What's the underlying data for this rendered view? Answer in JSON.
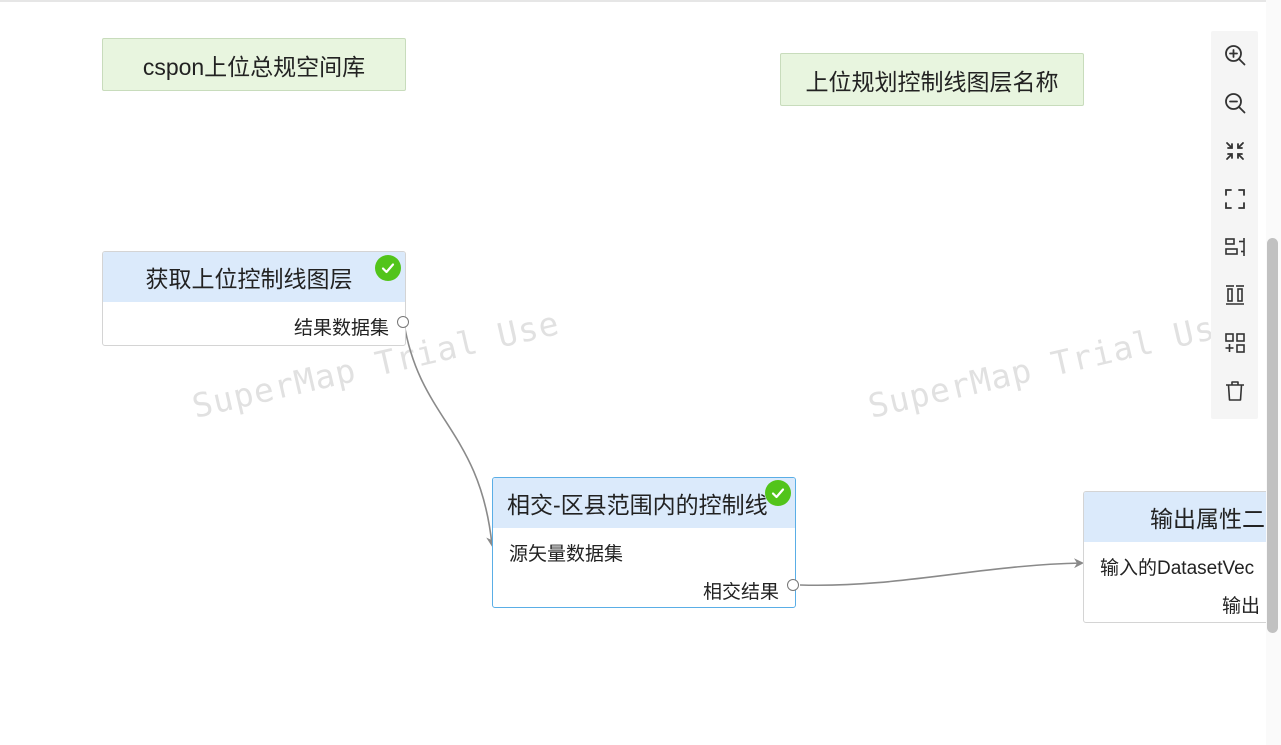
{
  "notes": [
    {
      "text": "cspon上位总规空间库"
    },
    {
      "text": "上位规划控制线图层名称"
    }
  ],
  "nodes": {
    "get_layer": {
      "title": "获取上位控制线图层",
      "output": "结果数据集",
      "status": "success"
    },
    "intersect": {
      "title": "相交-区县范围内的控制线",
      "input": "源矢量数据集",
      "output": "相交结果",
      "status": "success"
    },
    "export": {
      "title": "输出属性二",
      "input": "输入的DatasetVec",
      "output": "输出"
    }
  },
  "watermark": {
    "text": "SuperMap Trial Use"
  },
  "toolbar": {
    "items": [
      {
        "name": "zoom-in-icon"
      },
      {
        "name": "zoom-out-icon"
      },
      {
        "name": "fit-view-icon"
      },
      {
        "name": "fullscreen-icon"
      },
      {
        "name": "align-horizontal-icon"
      },
      {
        "name": "align-vertical-icon"
      },
      {
        "name": "add-group-icon"
      },
      {
        "name": "delete-icon"
      }
    ]
  },
  "colors": {
    "note_bg": "#e8f5df",
    "node_header": "#dbeafb",
    "selected_border": "#5aaee6",
    "success": "#52c41a",
    "edge": "#8a8a8a"
  }
}
